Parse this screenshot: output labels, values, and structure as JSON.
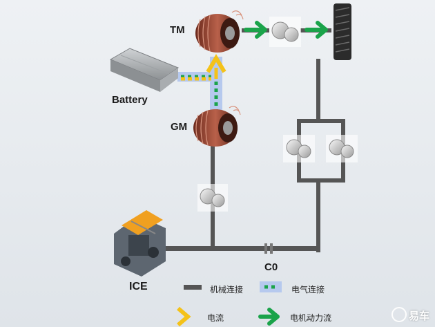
{
  "diagram": {
    "labels": {
      "tm": "TM",
      "gm": "GM",
      "battery": "Battery",
      "ice": "ICE",
      "c0": "C0"
    },
    "legend": {
      "mechanical": "机械连接",
      "electrical": "电气连接",
      "current": "电流",
      "motor_power_flow": "电机动力流"
    },
    "colors": {
      "shaft": "#555555",
      "electrical_fill": "#1aa34a",
      "electrical_border": "#8fb2ea",
      "current_arrow": "#f4c21a",
      "motor_arrow": "#1aa34a",
      "motor_copper": "#a0452f"
    },
    "icons": [
      "traction-motor-icon",
      "generator-motor-icon",
      "battery-pack-icon",
      "engine-icon",
      "gearset-icon",
      "wheel-tire-icon",
      "clutch-icon"
    ]
  },
  "watermark": {
    "text": "易车"
  }
}
